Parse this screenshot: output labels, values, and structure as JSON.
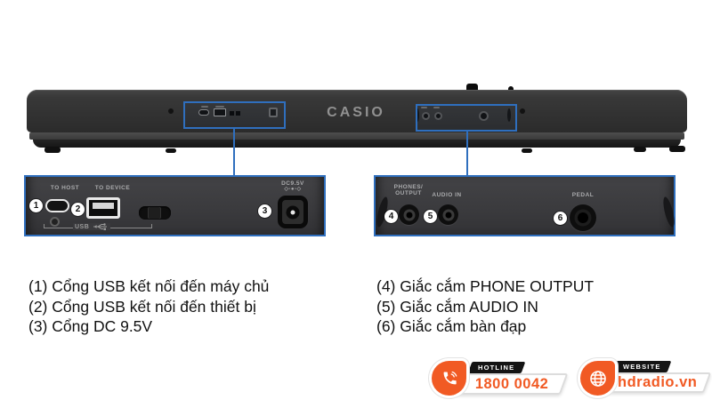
{
  "product": {
    "brand": "CASIO"
  },
  "detail_panels": {
    "left": {
      "port1": {
        "num": "1",
        "label": "TO HOST"
      },
      "port2": {
        "num": "2",
        "label": "TO DEVICE"
      },
      "usb_caption": "USB",
      "port3": {
        "num": "3",
        "label": "DC9.5V",
        "polarity": "◇-●-◇"
      }
    },
    "right": {
      "port4": {
        "num": "4",
        "label_line1": "PHONES/",
        "label_line2": "OUTPUT"
      },
      "port5": {
        "num": "5",
        "label": "AUDIO IN"
      },
      "port6": {
        "num": "6",
        "label": "PEDAL"
      }
    }
  },
  "legend": {
    "left": [
      "(1) Cổng USB kết nối đến máy chủ",
      "(2) Cổng USB kết nối đến thiết bị",
      "(3) Cổng DC 9.5V"
    ],
    "right": [
      "(4) Giắc cắm PHONE OUTPUT",
      "(5) Giắc cắm AUDIO IN",
      "(6) Giắc cắm bàn đạp"
    ]
  },
  "footer_badges": {
    "hotline": {
      "label": "HOTLINE",
      "value": "1800 0042"
    },
    "website": {
      "label": "WEBSITE",
      "value": "hdradio.vn"
    }
  },
  "colors": {
    "accent_blue": "#2f6fbe",
    "accent_orange": "#f15a24"
  }
}
